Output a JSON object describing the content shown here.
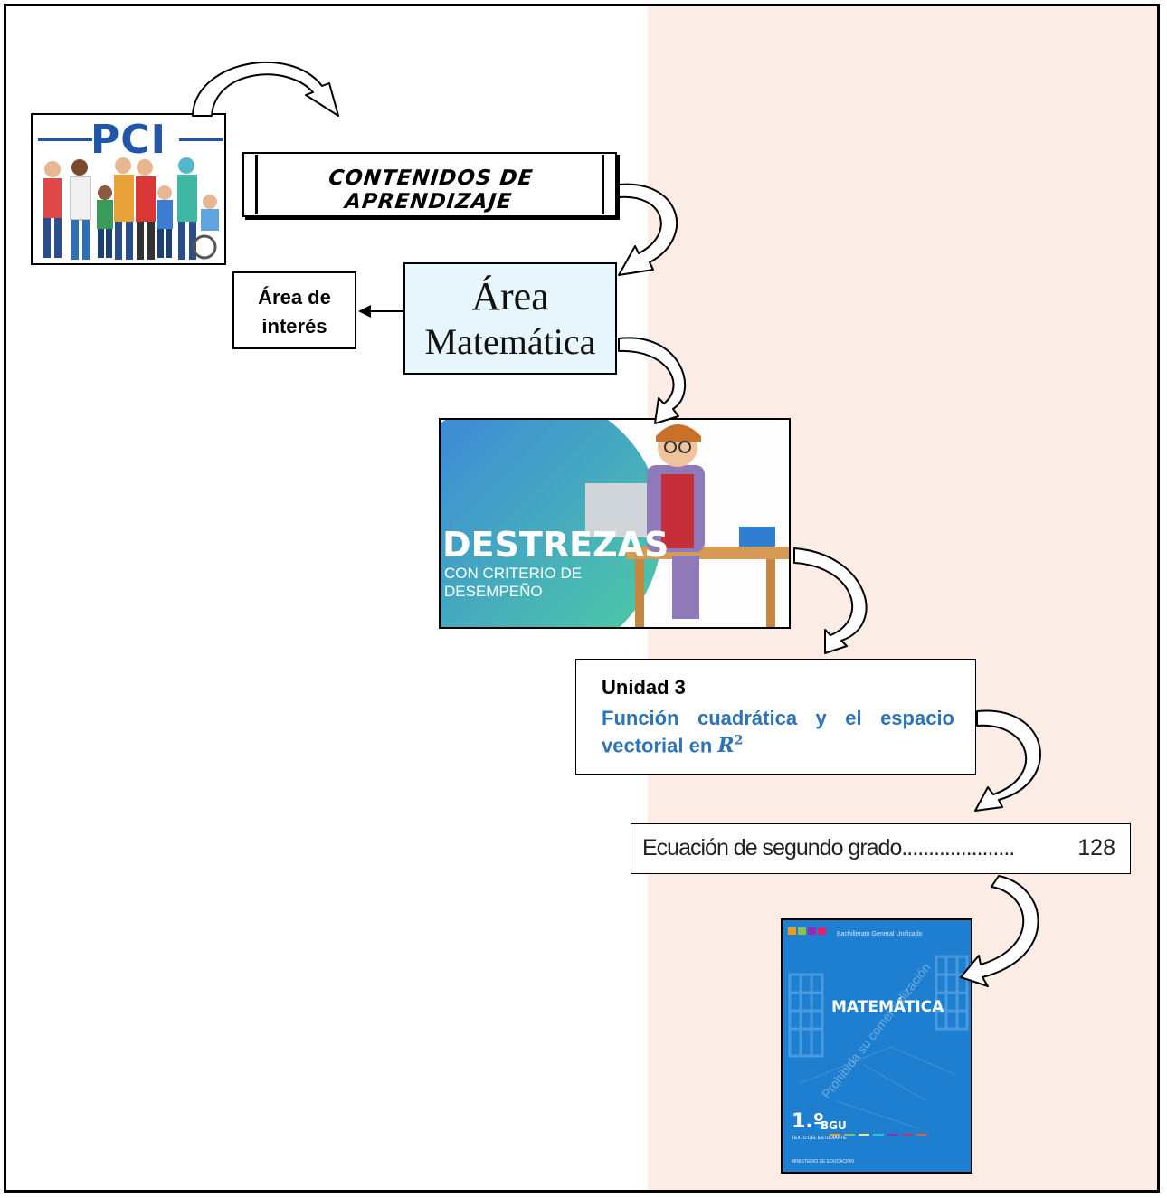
{
  "pci": {
    "title": "PCI"
  },
  "contenidos": {
    "label": "CONTENIDOS DE APRENDIZAJE"
  },
  "area": {
    "line1": "Área",
    "line2": "Matemática"
  },
  "interes": {
    "line1": "Área de",
    "line2": "interés"
  },
  "destrezas": {
    "title": "DESTREZAS",
    "sub1": "CON CRITERIO DE",
    "sub2": "DESEMPEÑO"
  },
  "unidad": {
    "title": "Unidad 3",
    "line1": "Función cuadrática y el espacio",
    "line2_prefix": "vectorial en ",
    "math_base": "R",
    "math_exp": "2"
  },
  "ecuacion": {
    "text": "Ecuación de segundo grado.....................",
    "page": "128"
  },
  "libro": {
    "series": "Bachillerato General Unificado",
    "title": "MATEMÁTICA",
    "grade": "1.º",
    "level": "BGU",
    "subtitle": "TEXTO DEL ESTUDIANTE",
    "watermark": "Prohibida su comercialización",
    "footer": "MINISTERIO DE EDUCACIÓN"
  },
  "colors": {
    "blue_text": "#2e74b5",
    "pink_bg": "#fbece6",
    "area_bg": "#e6f6fc",
    "book_blue": "#1e7fd0",
    "pci_blue": "#1f56a8"
  }
}
